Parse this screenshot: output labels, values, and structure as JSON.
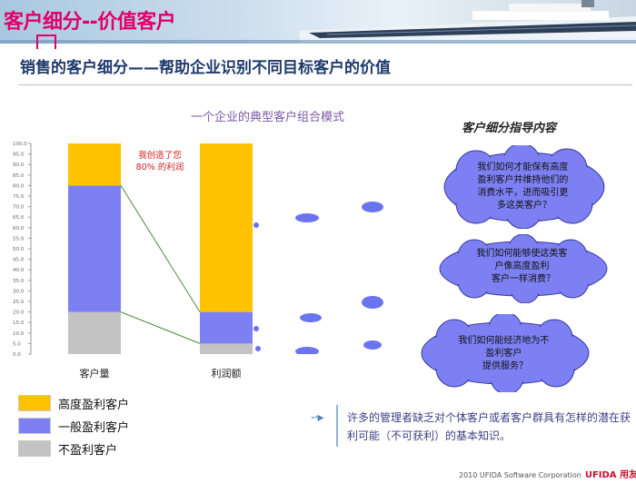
{
  "slide": {
    "title": "客户细分--价值客户",
    "headline": "销售的客户细分——帮助企业识别不同目标客户的价值"
  },
  "chart_data": {
    "type": "bar",
    "stacked": true,
    "title": "一个企业的典型客户组合模式",
    "categories": [
      "客户量",
      "利润额"
    ],
    "ylim": [
      0,
      100
    ],
    "yticks": [
      0,
      5,
      10,
      15,
      20,
      25,
      30,
      35,
      40,
      45,
      50,
      55,
      60,
      65,
      70,
      75,
      80,
      85,
      90,
      95,
      100
    ],
    "series": [
      {
        "name": "不盈利客户",
        "color": "#c3c3c3",
        "values": [
          20,
          5
        ]
      },
      {
        "name": "一般盈利客户",
        "color": "#7d80f2",
        "values": [
          60,
          15
        ]
      },
      {
        "name": "高度盈利客户",
        "color": "#ffc200",
        "values": [
          20,
          80
        ]
      }
    ],
    "annotation": {
      "line1": "我创造了您",
      "line2": "80% 的利润",
      "color": "#d42020"
    },
    "grid": false,
    "legend_position": "bottom-left"
  },
  "guide": {
    "title": "客户细分指导内容",
    "clouds": [
      {
        "lines": [
          "我们如何才能保有高度",
          "盈利客户并维持他们的",
          "消费水平，进而吸引更",
          "多这类客户？"
        ]
      },
      {
        "lines": [
          "我们如何能够使这类客",
          "户像高度盈利",
          "客户一样消费？"
        ]
      },
      {
        "lines": [
          "我们如何能经济地为不",
          "盈利客户",
          "提供服务？"
        ]
      }
    ]
  },
  "note": {
    "text": "许多的管理者缺乏对个体客户或者客户群具有怎样的潜在获利可能（不可获利）的基本知识。"
  },
  "footer": {
    "copyright": "2010 UFIDA Software Corporation",
    "brand": "UFIDA 用友"
  }
}
